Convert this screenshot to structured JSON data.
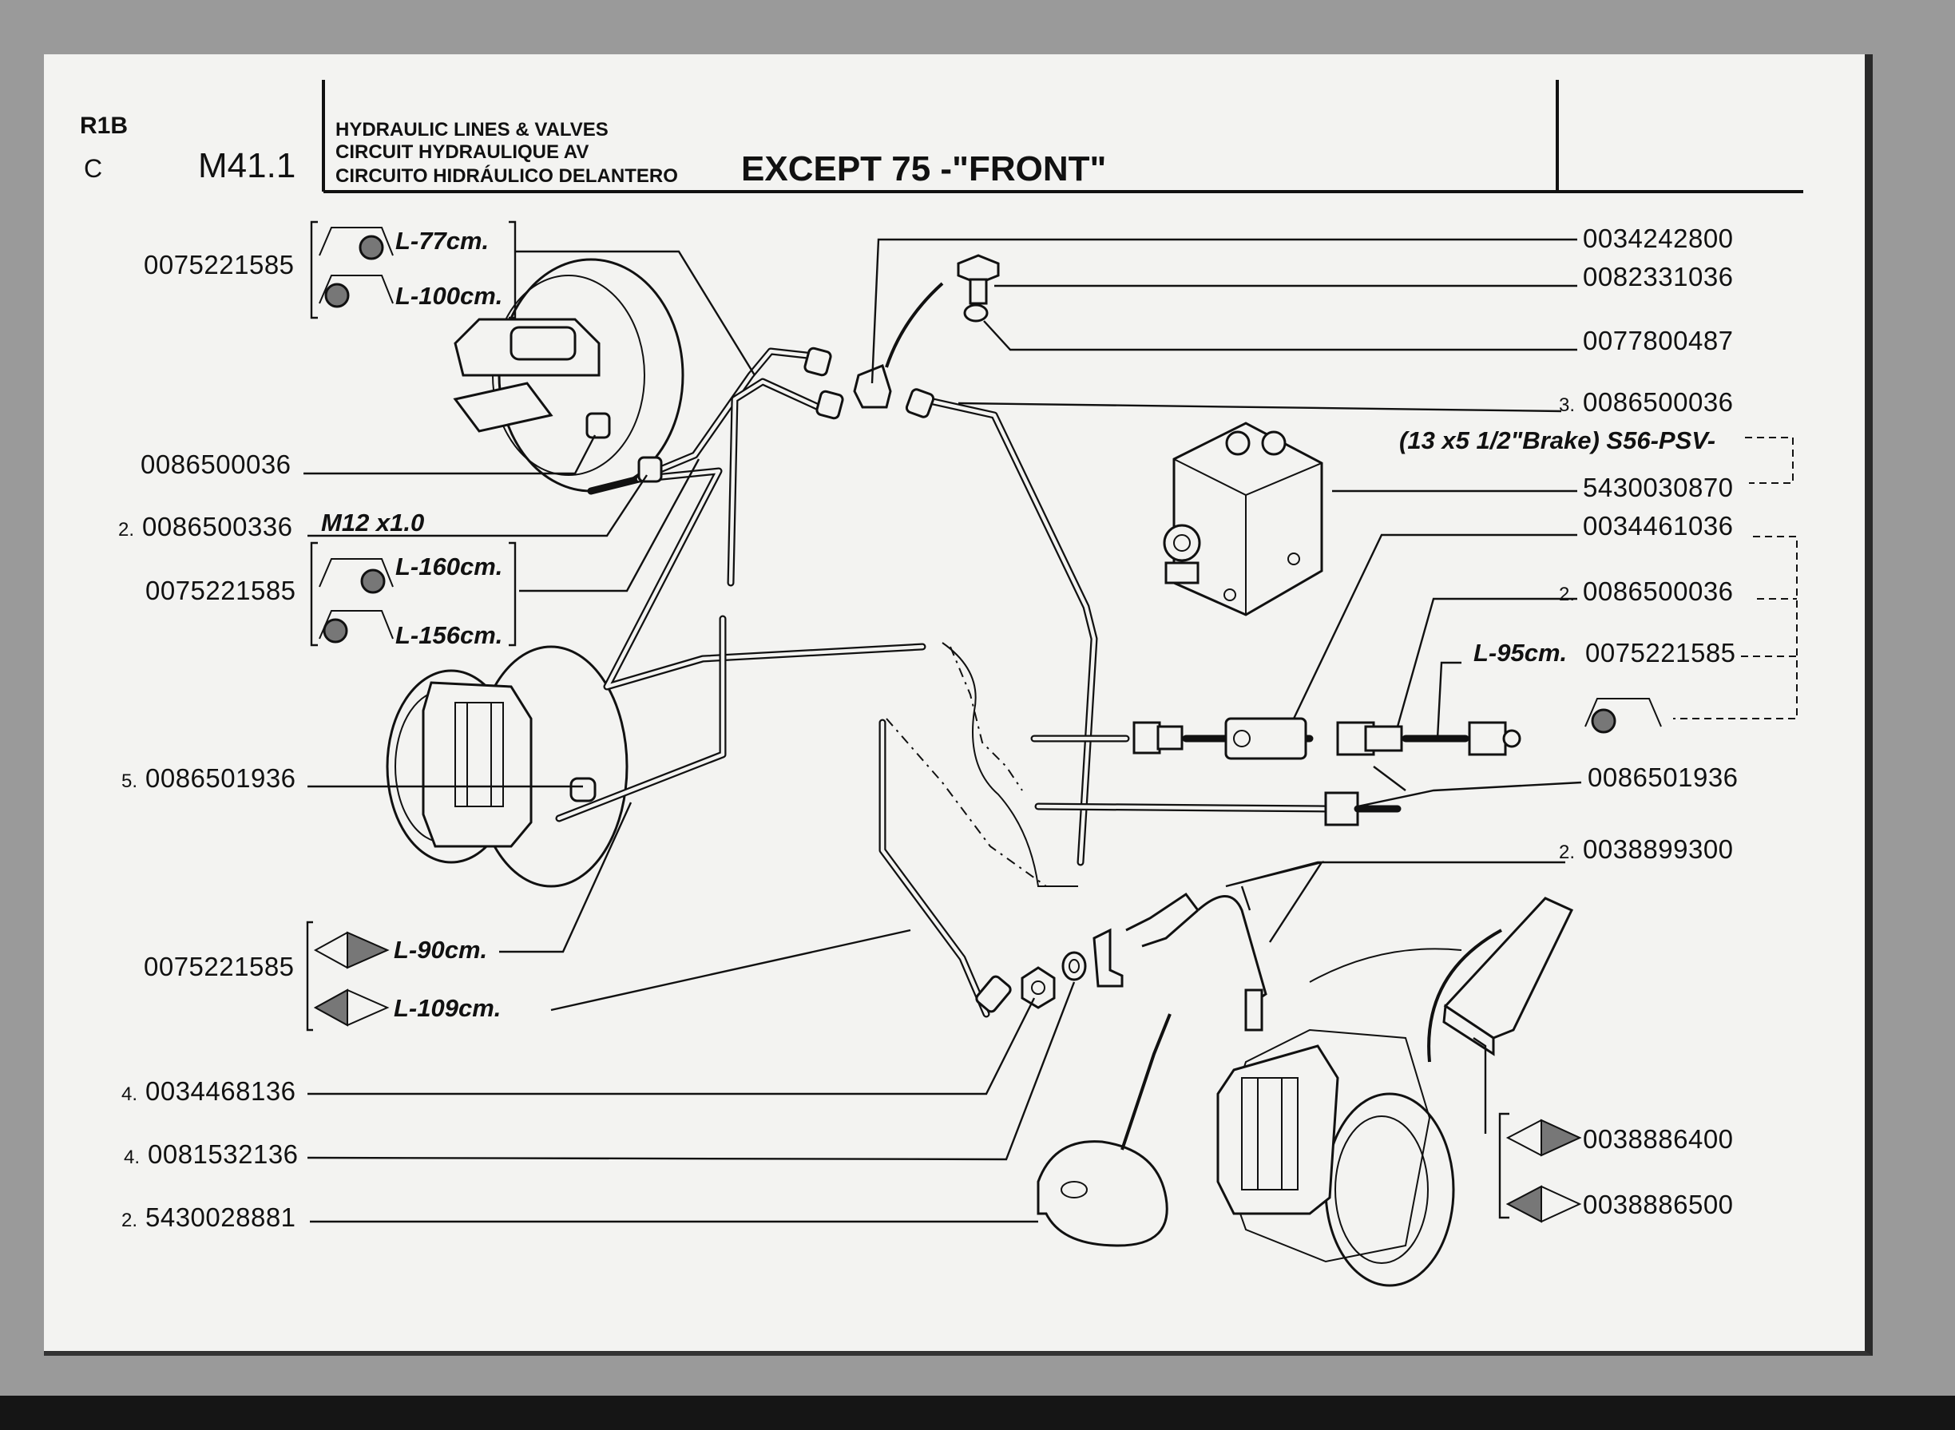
{
  "header": {
    "code_top": "R1B",
    "code_bottom": "C",
    "page_code": "M41.1",
    "title_en": "HYDRAULIC LINES & VALVES",
    "title_fr": "CIRCUIT HYDRAULIQUE AV",
    "title_es": "CIRCUITO HIDRÁULICO DELANTERO",
    "variant": "EXCEPT 75 -\"FRONT\""
  },
  "left_parts": [
    {
      "prefix": "",
      "number": "0075221585"
    },
    {
      "prefix": "",
      "number": "0086500036"
    },
    {
      "prefix": "2.",
      "number": "0086500336"
    },
    {
      "prefix": "",
      "number": "0075221585"
    },
    {
      "prefix": "5.",
      "number": "0086501936"
    },
    {
      "prefix": "",
      "number": "0075221585"
    },
    {
      "prefix": "4.",
      "number": "0034468136"
    },
    {
      "prefix": "4.",
      "number": "0081532136"
    },
    {
      "prefix": "2.",
      "number": "5430028881"
    }
  ],
  "right_parts": [
    {
      "prefix": "",
      "number": "0034242800"
    },
    {
      "prefix": "",
      "number": "0082331036"
    },
    {
      "prefix": "",
      "number": "0077800487"
    },
    {
      "prefix": "3.",
      "number": "0086500036"
    },
    {
      "prefix": "",
      "number": "5430030870"
    },
    {
      "prefix": "",
      "number": "0034461036"
    },
    {
      "prefix": "2.",
      "number": "0086500036"
    },
    {
      "prefix": "",
      "number": "0075221585"
    },
    {
      "prefix": "",
      "number": "0086501936"
    },
    {
      "prefix": "2.",
      "number": "0038899300"
    },
    {
      "prefix": "",
      "number": "0038886400"
    },
    {
      "prefix": "",
      "number": "0038886500"
    }
  ],
  "lengths": {
    "l77": "L-77cm.",
    "l100": "L-100cm.",
    "l160": "L-160cm.",
    "l156": "L-156cm.",
    "l90": "L-90cm.",
    "l109": "L-109cm.",
    "l95": "L-95cm."
  },
  "notes": {
    "thread": "M12 x1.0",
    "brake_spec": "(13 x5 1/2\"Brake) S56-PSV-"
  }
}
